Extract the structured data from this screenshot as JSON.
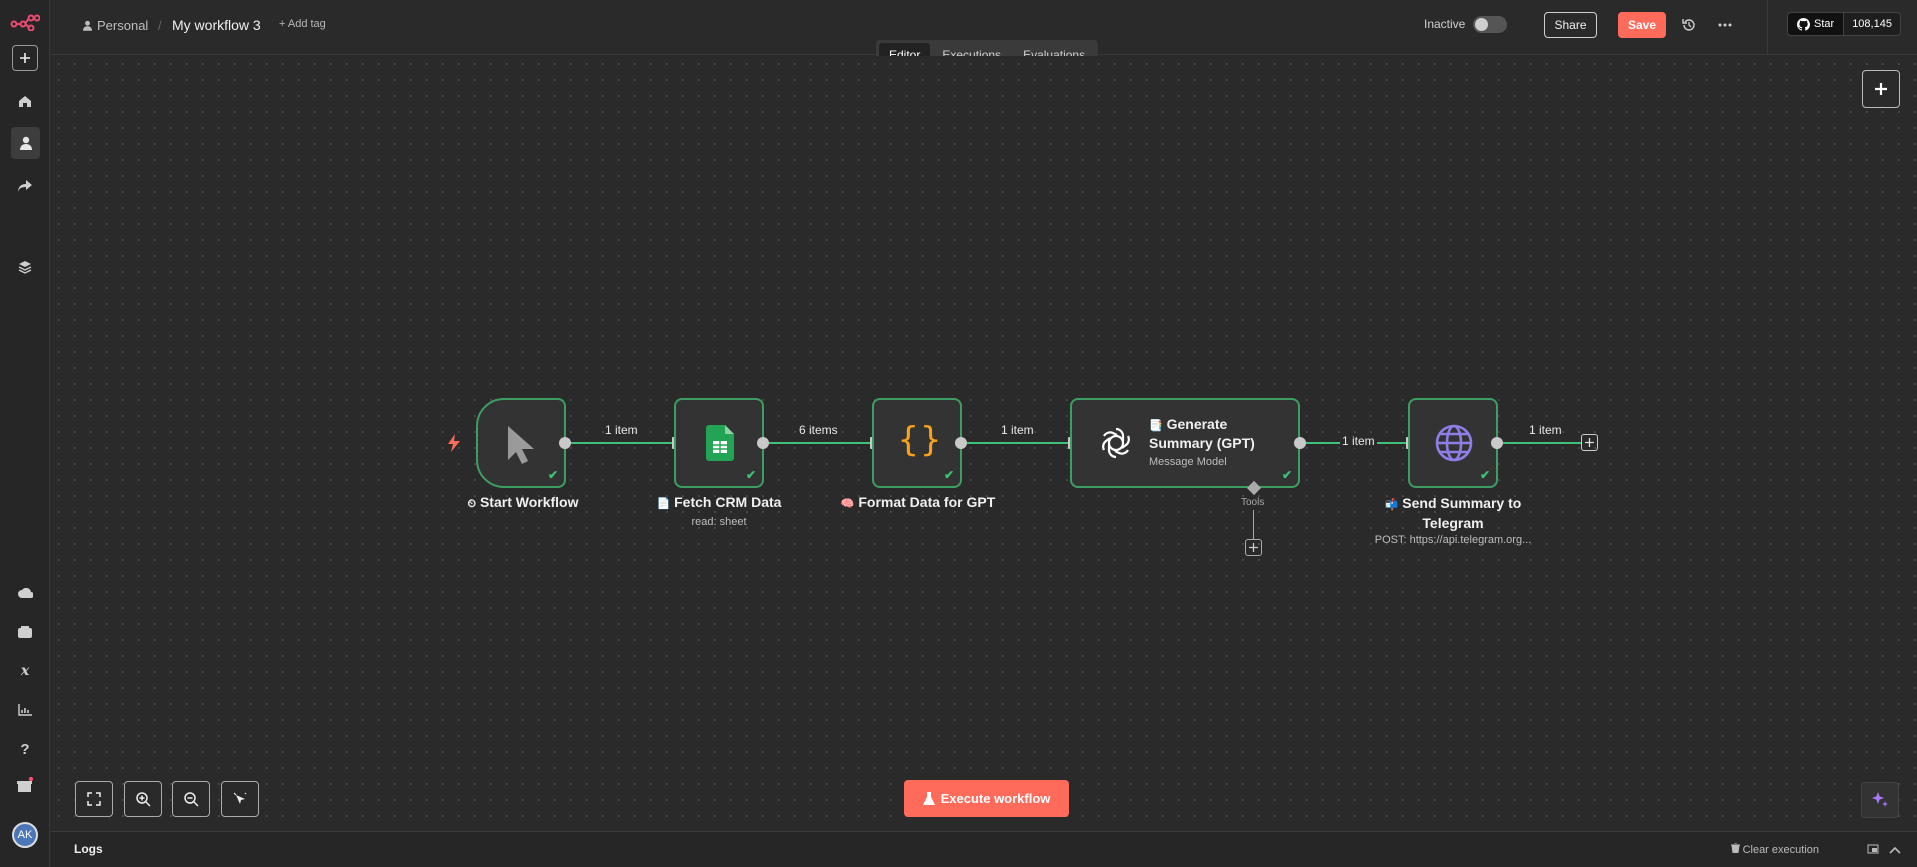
{
  "header": {
    "project": "Personal",
    "separator": "/",
    "workflow_title": "My workflow 3",
    "add_tag": "+ Add tag",
    "status_label": "Inactive",
    "share_label": "Share",
    "save_label": "Save",
    "github_star": "Star",
    "github_count": "108,145"
  },
  "tabs": [
    {
      "label": "Editor",
      "active": true
    },
    {
      "label": "Executions",
      "active": false
    },
    {
      "label": "Evaluations",
      "active": false
    }
  ],
  "sidebar": {
    "icons": [
      "n8n-logo-icon",
      "add-icon",
      "home-icon",
      "user-icon",
      "share-arrow-icon",
      "layers-icon",
      "cloud-icon",
      "templates-icon",
      "variables-icon",
      "insights-icon",
      "help-icon",
      "gift-icon"
    ],
    "avatar_initials": "AK"
  },
  "nodes": [
    {
      "name": "Start Workflow",
      "icon": "cursor-icon",
      "label_icon": "⏲"
    },
    {
      "name": "Fetch CRM Data",
      "sub": "read: sheet",
      "icon": "google-sheets-icon",
      "label_icon": "📄"
    },
    {
      "name": "Format Data for GPT",
      "icon": "code-braces-icon",
      "label_icon": "🧠"
    },
    {
      "name_line1": "Generate",
      "name_line2": "Summary (GPT)",
      "sub": "Message Model",
      "icon": "openai-icon",
      "label_icon": "📑",
      "tools_label": "Tools"
    },
    {
      "name_line1": "Send Summary to",
      "name_line2": "Telegram",
      "sub": "POST: https://api.telegram.org...",
      "icon": "globe-icon",
      "label_icon": "📬"
    }
  ],
  "edges": [
    {
      "label": "1 item"
    },
    {
      "label": "6 items"
    },
    {
      "label": "1 item"
    },
    {
      "label": "1 item"
    },
    {
      "label": "1 item"
    }
  ],
  "bottom": {
    "execute_label": "Execute workflow",
    "logs_label": "Logs",
    "clear_execution": "Clear execution"
  },
  "colors": {
    "accent": "#ff6b5b",
    "success": "#3fc17a",
    "background": "#2a2a2a"
  }
}
